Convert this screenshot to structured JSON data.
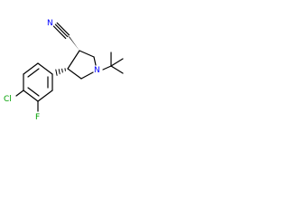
{
  "molecule": {
    "atoms": {
      "n_nitrile": "N",
      "n_ring": "N",
      "cl": "Cl",
      "f": "F"
    },
    "colors": {
      "bond": "#000000",
      "nitrogen": "#0000ff",
      "chlorine": "#00a000",
      "fluorine": "#00a000"
    }
  }
}
